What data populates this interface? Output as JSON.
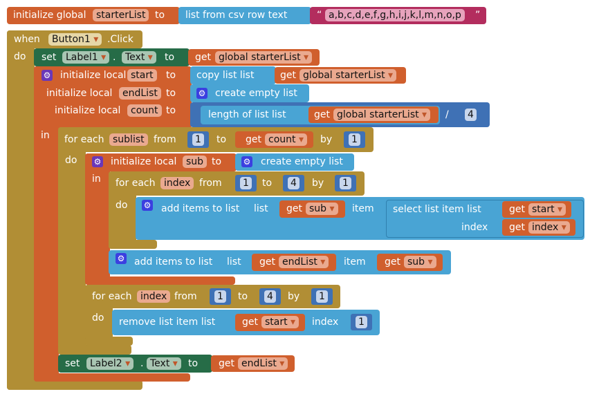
{
  "global": {
    "init": "initialize global",
    "var": "starterList",
    "to": "to",
    "csv": "list from csv row  text",
    "q1": "“",
    "value": "a,b,c,d,e,f,g,h,i,j,k,l,m,n,o,p",
    "q2": "”"
  },
  "event": {
    "when": "when",
    "component": "Button1",
    "click": ".Click",
    "do": "do"
  },
  "set1": {
    "set": "set",
    "component": "Label1",
    "dot": ".",
    "prop": "Text",
    "to": "to",
    "get": "get",
    "var": "global starterList"
  },
  "locals": {
    "init": "initialize local",
    "to": "to",
    "in": "in",
    "start": "start",
    "copy": "copy list  list",
    "get": "get",
    "global": "global starterList",
    "endList": "endList",
    "create": "create empty list",
    "count": "count",
    "length": "length of list  list",
    "div": "/",
    "four": "4"
  },
  "loop1": {
    "foreach": "for each",
    "var": "sublist",
    "from": "from",
    "start": "1",
    "to": "to",
    "get": "get",
    "end": "count",
    "by": "by",
    "step": "1",
    "do": "do"
  },
  "sub": {
    "init": "initialize local",
    "var": "sub",
    "to": "to",
    "create": "create empty list",
    "in": "in"
  },
  "loop2": {
    "foreach": "for each",
    "var": "index",
    "from": "from",
    "start": "1",
    "to": "to",
    "end": "4",
    "by": "by",
    "step": "1",
    "do": "do"
  },
  "add1": {
    "label": "add items to list",
    "list": "list",
    "get": "get",
    "listvar": "sub",
    "item": "item",
    "select": "select list item  list",
    "selvar": "start",
    "index": "index",
    "idxvar": "index"
  },
  "add2": {
    "label": "add items to list",
    "list": "list",
    "get": "get",
    "listvar": "endList",
    "item": "item",
    "itemvar": "sub"
  },
  "loop3": {
    "foreach": "for each",
    "var": "index",
    "from": "from",
    "start": "1",
    "to": "to",
    "end": "4",
    "by": "by",
    "step": "1",
    "do": "do"
  },
  "remove": {
    "label": "remove list item  list",
    "get": "get",
    "var": "start",
    "index": "index",
    "value": "1"
  },
  "set2": {
    "set": "set",
    "component": "Label2",
    "dot": ".",
    "prop": "Text",
    "to": "to",
    "get": "get",
    "var": "endList"
  },
  "icons": {
    "gear": "⚙"
  },
  "colors": {
    "variables": "#d05f2d",
    "lists": "#49a4d4",
    "control": "#b18e35",
    "components": "#266c47",
    "text": "#b32d5e",
    "math": "#3f71b5"
  }
}
